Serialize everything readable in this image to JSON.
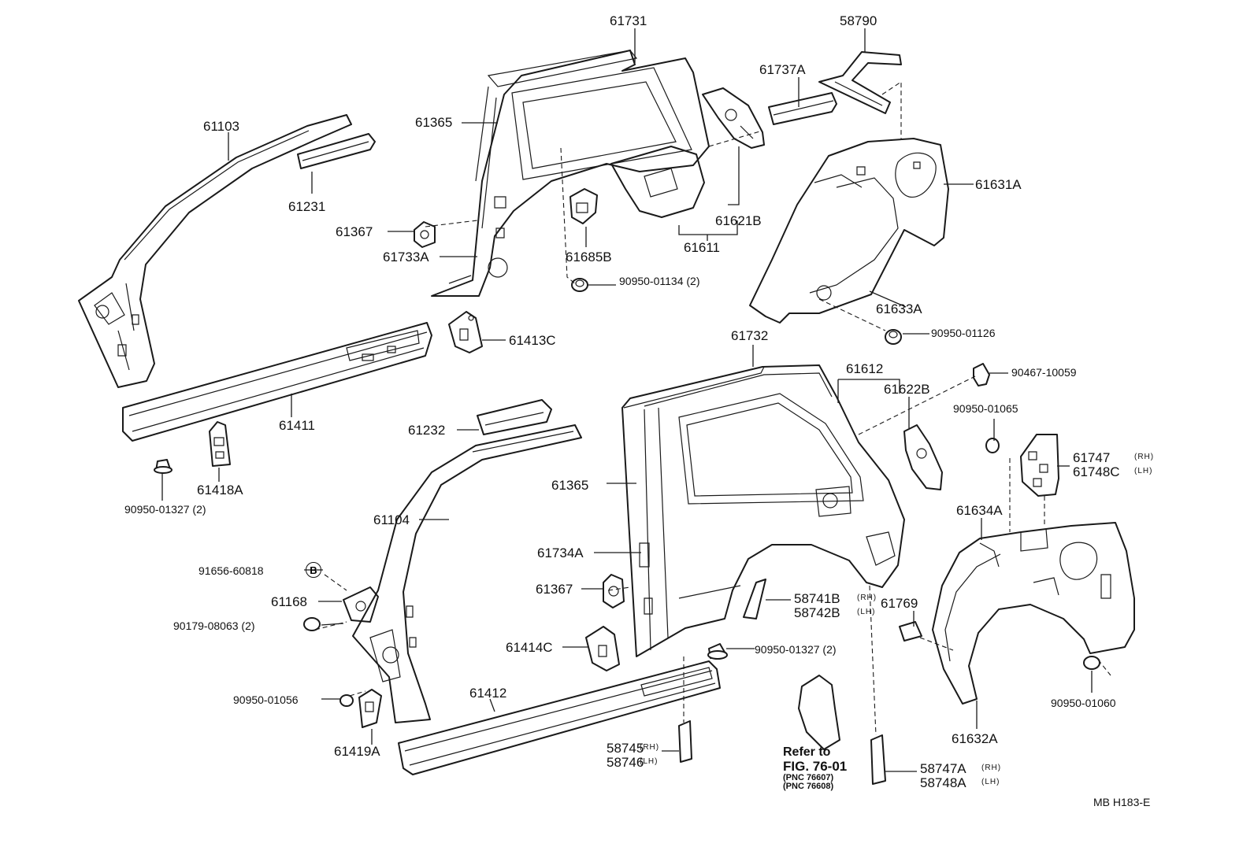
{
  "labels": {
    "p61731": "61731",
    "p58790": "58790",
    "p61737A": "61737A",
    "p61103": "61103",
    "p61365a": "61365",
    "p61231": "61231",
    "p61631A": "61631A",
    "p61621B": "61621B",
    "p61367a": "61367",
    "p61733A": "61733A",
    "p61685B": "61685B",
    "p61611": "61611",
    "p90950_01134": "90950-01134",
    "q2a": "(2)",
    "p61633A": "61633A",
    "p61413C": "61413C",
    "p90950_01126": "90950-01126",
    "p61732": "61732",
    "p61411": "61411",
    "p61612": "61612",
    "p61622B": "61622B",
    "p90467_10059": "90467-10059",
    "p90950_01065": "90950-01065",
    "p61232": "61232",
    "p61418A": "61418A",
    "p61747": "61747",
    "p61748C": "61748C",
    "p90950_01327a": "90950-01327",
    "q2b": "(2)",
    "p61365b": "61365",
    "p61104": "61104",
    "p61634A": "61634A",
    "p91656_60818": "91656-60818",
    "p61734A": "61734A",
    "p61168": "61168",
    "p61367b": "61367",
    "p58741B": "58741B",
    "p58742B": "58742B",
    "p61769": "61769",
    "p90179_08063": "90179-08063",
    "q2c": "(2)",
    "p61414C": "61414C",
    "p90950_01327b": "90950-01327",
    "q2d": "(2)",
    "p90950_01056": "90950-01056",
    "p61412": "61412",
    "p90950_01060": "90950-01060",
    "p61419A": "61419A",
    "p58745": "58745",
    "p58746": "58746",
    "p61632A": "61632A",
    "p58747A": "58747A",
    "p58748A": "58748A",
    "mb_code": "MB  H183-E"
  },
  "side_tags": {
    "rh": "(RH)",
    "lh": "(LH)"
  },
  "marker_b": "B",
  "reference": {
    "line1": "Refer to",
    "line2": "FIG. 76-01",
    "pnc1": "(PNC 76607)",
    "pnc2": "(PNC 76608)"
  }
}
